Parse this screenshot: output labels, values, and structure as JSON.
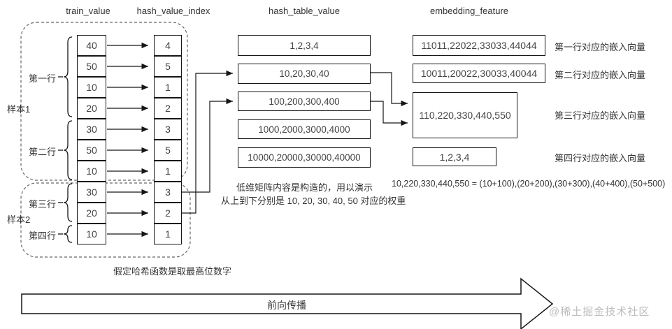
{
  "headers": {
    "train_value": "train_value",
    "hash_value_index": "hash_value_index",
    "hash_table_value": "hash_table_value",
    "embedding_feature": "embedding_feature"
  },
  "samples": {
    "sample1": "样本1",
    "sample2": "样本2"
  },
  "row_groups": [
    {
      "label": "第一行"
    },
    {
      "label": "第二行"
    },
    {
      "label": "第三行"
    },
    {
      "label": "第四行"
    }
  ],
  "train_values": [
    "40",
    "50",
    "10",
    "20",
    "30",
    "50",
    "10",
    "30",
    "20",
    "10"
  ],
  "hash_indexes": [
    "4",
    "5",
    "1",
    "2",
    "3",
    "5",
    "1",
    "3",
    "2",
    "1"
  ],
  "hash_table_values": [
    "1,2,3,4",
    "10,20,30,40",
    "100,200,300,400",
    "1000,2000,3000,4000",
    "10000,20000,30000,40000"
  ],
  "embedding_rows": [
    {
      "value": "11011,22022,33033,44044",
      "label": "第一行对应的嵌入向量"
    },
    {
      "value": "10011,20022,30033,40044",
      "label": "第二行对应的嵌入向量"
    },
    {
      "value": "110,220,330,440,550",
      "label": "第三行对应的嵌入向量"
    },
    {
      "value": "1,2,3,4",
      "label": "第四行对应的嵌入向量"
    }
  ],
  "notes": {
    "matrix_note_line1": "低维矩阵内容是构造的，用以演示",
    "matrix_note_line2": "从上到下分别是 10, 20, 30, 40, 50 对应的权重",
    "formula": "10,220,330,440,550 = (10+100),(20+200),(30+300),(40+400),(50+500)",
    "hash_note": "假定哈希函数是取最高位数字"
  },
  "bottom_arrow": {
    "label": "前向传播"
  },
  "watermark": "@稀土掘金技术社区",
  "colors": {
    "line": "#161616",
    "text": "#333333",
    "watermark": "#bcbcbc"
  }
}
